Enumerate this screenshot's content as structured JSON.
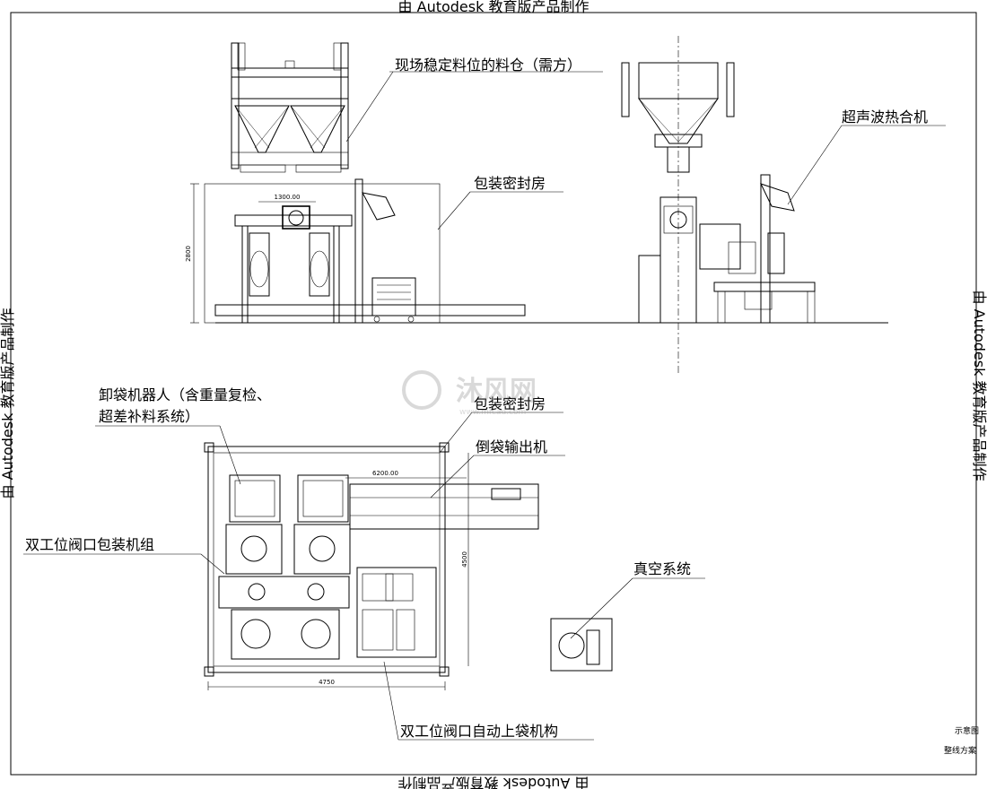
{
  "watermark": {
    "top": "由 Autodesk 教育版产品制作",
    "bottom": "由 Autodesk 教育版产品制作",
    "left": "由 Autodesk 教育版产品制作",
    "right": "由 Autodesk 教育版产品制作"
  },
  "site_logo": {
    "text": "沐风网",
    "sub": "www.mfcad.com"
  },
  "labels": {
    "hopper": "现场稳定料位的料仓（需方）",
    "ultrasonic": "超声波热合机",
    "sealed_room_elev": "包装密封房",
    "unloading_robot_1": "卸袋机器人（含重量复检、",
    "unloading_robot_2": "超差补料系统）",
    "sealed_room_plan": "包装密封房",
    "bag_output": "倒袋输出机",
    "dual_packer": "双工位阀口包装机组",
    "vacuum": "真空系统",
    "auto_bagging": "双工位阀口自动上袋机构"
  },
  "dimensions": {
    "width_top": "1300.00",
    "height_2800": "2800",
    "plan_6200": "6200.00",
    "plan_4500": "4500",
    "plan_4750": "4750"
  },
  "title_block": {
    "line1": "示意图",
    "line2": "整线方案"
  }
}
